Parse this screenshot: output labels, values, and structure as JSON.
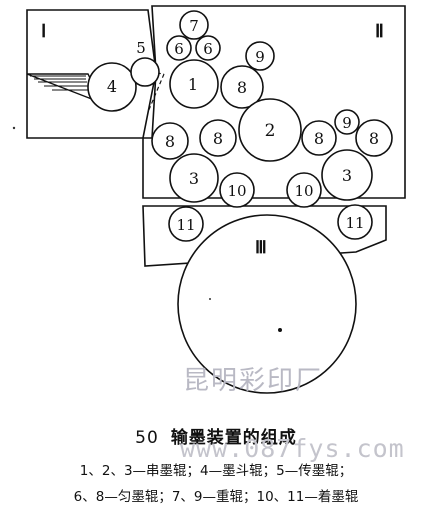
{
  "diagram": {
    "sections": [
      "Ⅰ",
      "Ⅱ",
      "Ⅲ"
    ],
    "rollers": [
      {
        "id": "r7",
        "label": "7"
      },
      {
        "id": "r6a",
        "label": "6"
      },
      {
        "id": "r6b",
        "label": "6"
      },
      {
        "id": "r9a",
        "label": "9"
      },
      {
        "id": "r5",
        "label": "5"
      },
      {
        "id": "r4",
        "label": "4"
      },
      {
        "id": "r1",
        "label": "1"
      },
      {
        "id": "r8a",
        "label": "8"
      },
      {
        "id": "r8b",
        "label": "8"
      },
      {
        "id": "r8c",
        "label": "8"
      },
      {
        "id": "r2",
        "label": "2"
      },
      {
        "id": "r8d",
        "label": "8"
      },
      {
        "id": "r9b",
        "label": "9"
      },
      {
        "id": "r8e",
        "label": "8"
      },
      {
        "id": "r3a",
        "label": "3"
      },
      {
        "id": "r10a",
        "label": "10"
      },
      {
        "id": "r10b",
        "label": "10"
      },
      {
        "id": "r3b",
        "label": "3"
      },
      {
        "id": "r11a",
        "label": "11"
      },
      {
        "id": "r11b",
        "label": "11"
      },
      {
        "id": "plate",
        "label": "Ⅲ"
      }
    ]
  },
  "caption": {
    "figure_number": "50",
    "title": "输墨装置的组成",
    "legend_line1": "1、2、3—串墨辊；4—墨斗辊；5—传墨辊；",
    "legend_line2": "6、8—匀墨辊；7、9—重辊；10、11—着墨辊"
  },
  "watermark": {
    "text": "昆明彩印厂",
    "url": "www.087fys.com"
  }
}
